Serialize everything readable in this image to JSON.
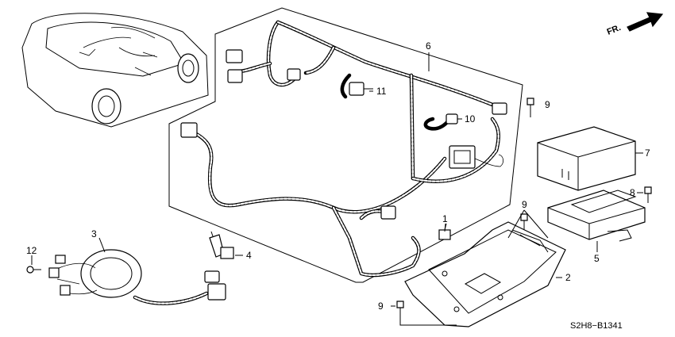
{
  "diagram": {
    "direction_label": "FR.",
    "code": "S2H8−B1341",
    "callouts": [
      {
        "id": "c1",
        "text": "1"
      },
      {
        "id": "c2",
        "text": "2"
      },
      {
        "id": "c3",
        "text": "3"
      },
      {
        "id": "c4",
        "text": "4"
      },
      {
        "id": "c5",
        "text": "5"
      },
      {
        "id": "c6",
        "text": "6"
      },
      {
        "id": "c7",
        "text": "7"
      },
      {
        "id": "c8",
        "text": "8"
      },
      {
        "id": "c9a",
        "text": "9"
      },
      {
        "id": "c9b",
        "text": "9"
      },
      {
        "id": "c9c",
        "text": "9"
      },
      {
        "id": "c10",
        "text": "10"
      },
      {
        "id": "c11",
        "text": "11"
      },
      {
        "id": "c12",
        "text": "12"
      }
    ]
  }
}
